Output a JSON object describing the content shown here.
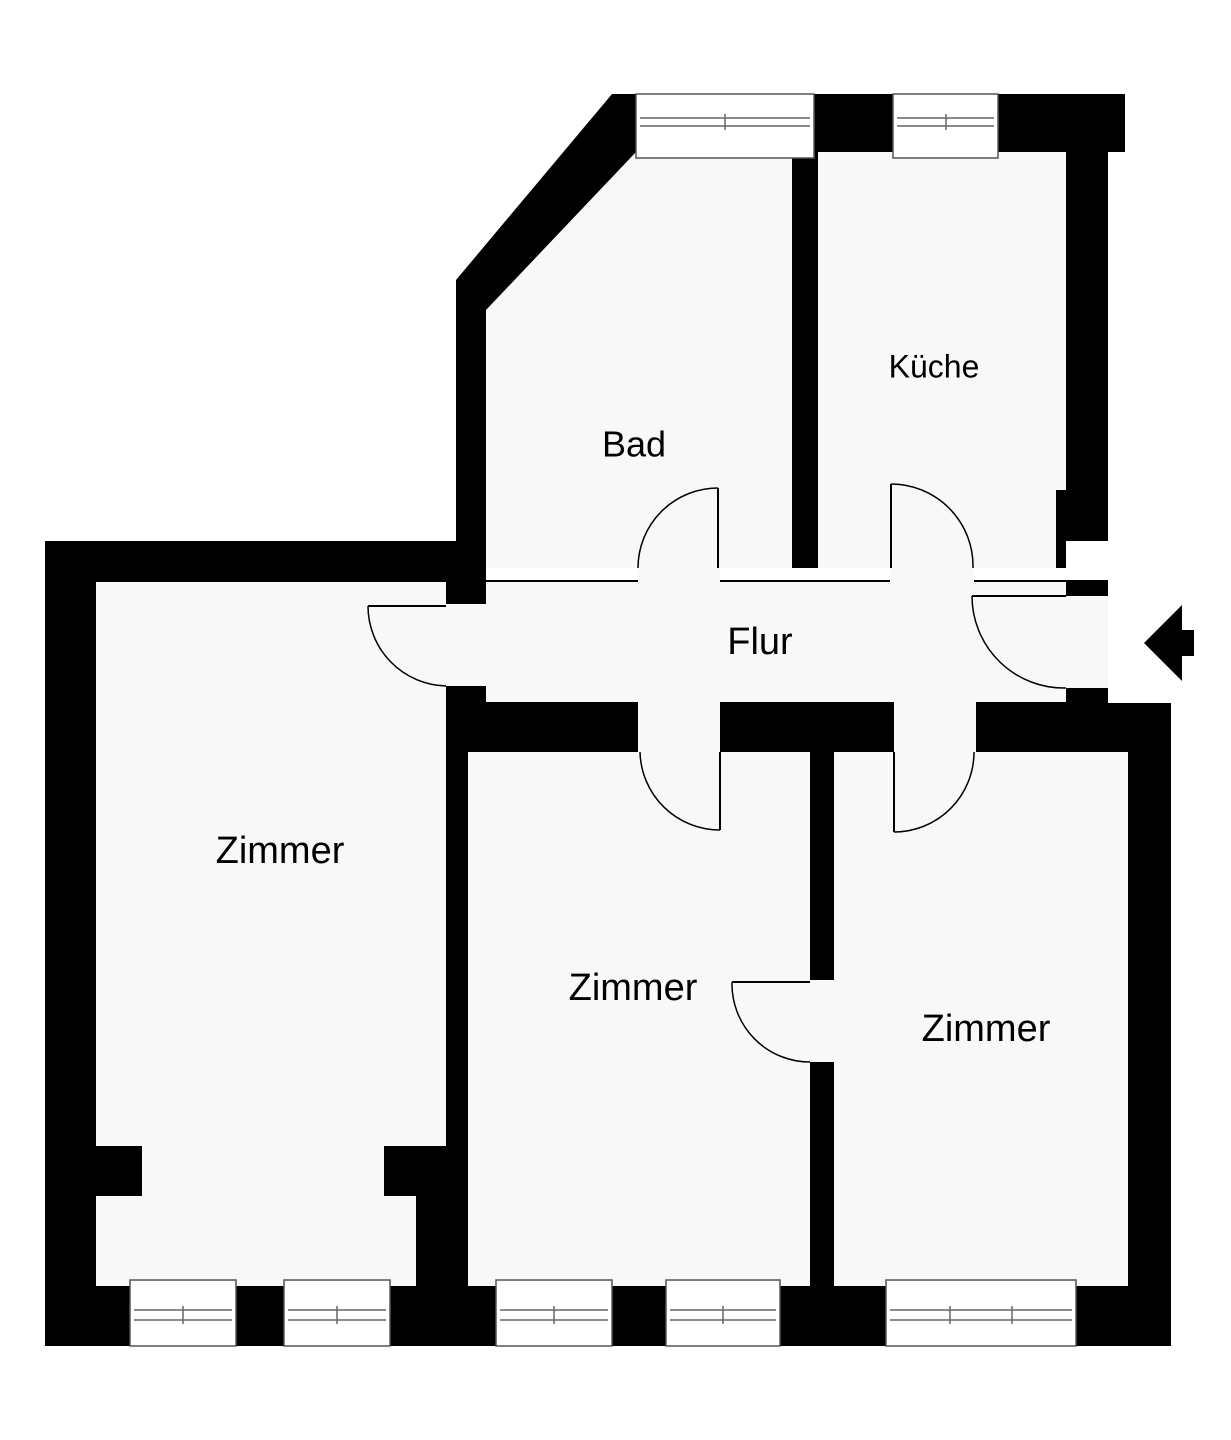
{
  "rooms": {
    "bad": "Bad",
    "kueche": "Küche",
    "flur": "Flur",
    "zimmer_links": "Zimmer",
    "zimmer_mitte": "Zimmer",
    "zimmer_rechts": "Zimmer"
  },
  "icons": {
    "entrance": "entrance-arrow-icon"
  },
  "colors": {
    "wall": "#000000",
    "floor": "#f8f8f8",
    "window": "#ffffff"
  }
}
